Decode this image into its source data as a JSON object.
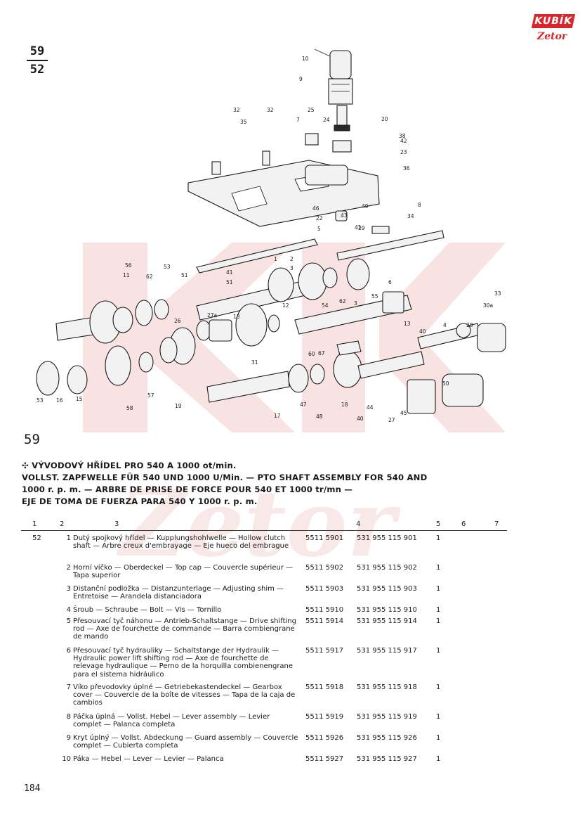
{
  "logo": {
    "brand": "KUBÍK",
    "sub": "Zetor"
  },
  "page_ref": {
    "top": "59",
    "bottom": "52"
  },
  "figure": {
    "number": "59",
    "callouts": [
      "10",
      "9",
      "32",
      "35",
      "32",
      "25",
      "7",
      "24",
      "20",
      "38",
      "42",
      "23",
      "36",
      "46",
      "49",
      "8",
      "22",
      "43",
      "34",
      "41",
      "5",
      "29",
      "11",
      "56",
      "62",
      "53",
      "51",
      "41",
      "51",
      "1",
      "2",
      "3",
      "54",
      "62",
      "3",
      "55",
      "6",
      "33",
      "30a",
      "26",
      "27a",
      "13",
      "12",
      "31",
      "60",
      "67",
      "13",
      "40",
      "4",
      "28",
      "53",
      "16",
      "15",
      "58",
      "57",
      "19",
      "17",
      "47",
      "48",
      "18",
      "44",
      "40",
      "45",
      "27",
      "50"
    ]
  },
  "title": {
    "line1": "✣ VÝVODOVÝ HŘÍDEL PRO 540 A 1000 ot/min.",
    "line2": "VOLLST. ZAPFWELLE FÜR 540 UND 1000 U/Min. — PTO SHAFT ASSEMBLY FOR 540 AND",
    "line3": "1000 r. p. m. — ARBRE DE PRISE DE FORCE POUR 540 ET 1000 tr/mn —",
    "line4": "EJE DE TOMA DE FUERZA PARA 540 Y 1000 r. p. m."
  },
  "table": {
    "header": [
      "1",
      "2",
      "3",
      "4",
      "5",
      "6",
      "7"
    ],
    "rows": [
      {
        "ref": "52",
        "pos": "1",
        "desc": "Dutý spojkový hřídel — Kupplungshohlwelle — Hollow clutch shaft — Arbre creux d'embrayage — Eje hueco del embrague",
        "code": "5511 5901",
        "part": "531 955 115 901",
        "qty": "1"
      },
      {
        "ref": "",
        "pos": "2",
        "desc": "Horní víčko — Oberdeckel — Top cap — Couvercle supérieur — Tapa superior",
        "code": "5511 5902",
        "part": "531 955 115 902",
        "qty": "1"
      },
      {
        "ref": "",
        "pos": "3",
        "desc": "Distanční podložka — Distanzunterlage — Adjusting shim — Entretoise — Arandela distanciadora",
        "code": "5511 5903",
        "part": "531 955 115 903",
        "qty": "1"
      },
      {
        "ref": "",
        "pos": "4",
        "desc": "Šroub — Schraube — Bolt — Vis — Tornillo",
        "code": "5511 5910",
        "part": "531 955 115 910",
        "qty": "1"
      },
      {
        "ref": "",
        "pos": "5",
        "desc": "Přesouvací tyč náhonu — Antrieb-Schaltstange — Drive shifting rod — Axe de fourchette de commande — Barra combiengrane de mando",
        "code": "5511 5914",
        "part": "531 955 115 914",
        "qty": "1"
      },
      {
        "ref": "",
        "pos": "6",
        "desc": "Přesouvací tyč hydrauliky — Schaltstange der Hydraulik — Hydraulic power lift shifting rod — Axe de fourchette de relevage hydraulique — Perno de la horquilla combienengrane para el sistema hidráulico",
        "code": "5511 5917",
        "part": "531 955 115 917",
        "qty": "1"
      },
      {
        "ref": "",
        "pos": "7",
        "desc": "Víko převodovky úplné — Getriebekastendeckel — Gearbox cover — Couvercle de la boîte de vitesses — Tapa de la caja de cambios",
        "code": "5511 5918",
        "part": "531 955 115 918",
        "qty": "1"
      },
      {
        "ref": "",
        "pos": "8",
        "desc": "Páčka úplná — Vollst. Hebel — Lever assembly — Levier complet — Palanca completa",
        "code": "5511 5919",
        "part": "531 955 115 919",
        "qty": "1"
      },
      {
        "ref": "",
        "pos": "9",
        "desc": "Kryt úplný — Vollst. Abdeckung — Guard assembly — Couvercle complet — Cubierta completa",
        "code": "5511 5926",
        "part": "531 955 115 926",
        "qty": "1"
      },
      {
        "ref": "",
        "pos": "10",
        "desc": "Páka — Hebel — Lever — Levier — Palanca",
        "code": "5511 5927",
        "part": "531 955 115 927",
        "qty": "1"
      }
    ]
  },
  "page_number": "184",
  "colors": {
    "brand_red": "#d6262b",
    "ink": "#1a1a1a",
    "watermark": "#f6dcdc"
  }
}
